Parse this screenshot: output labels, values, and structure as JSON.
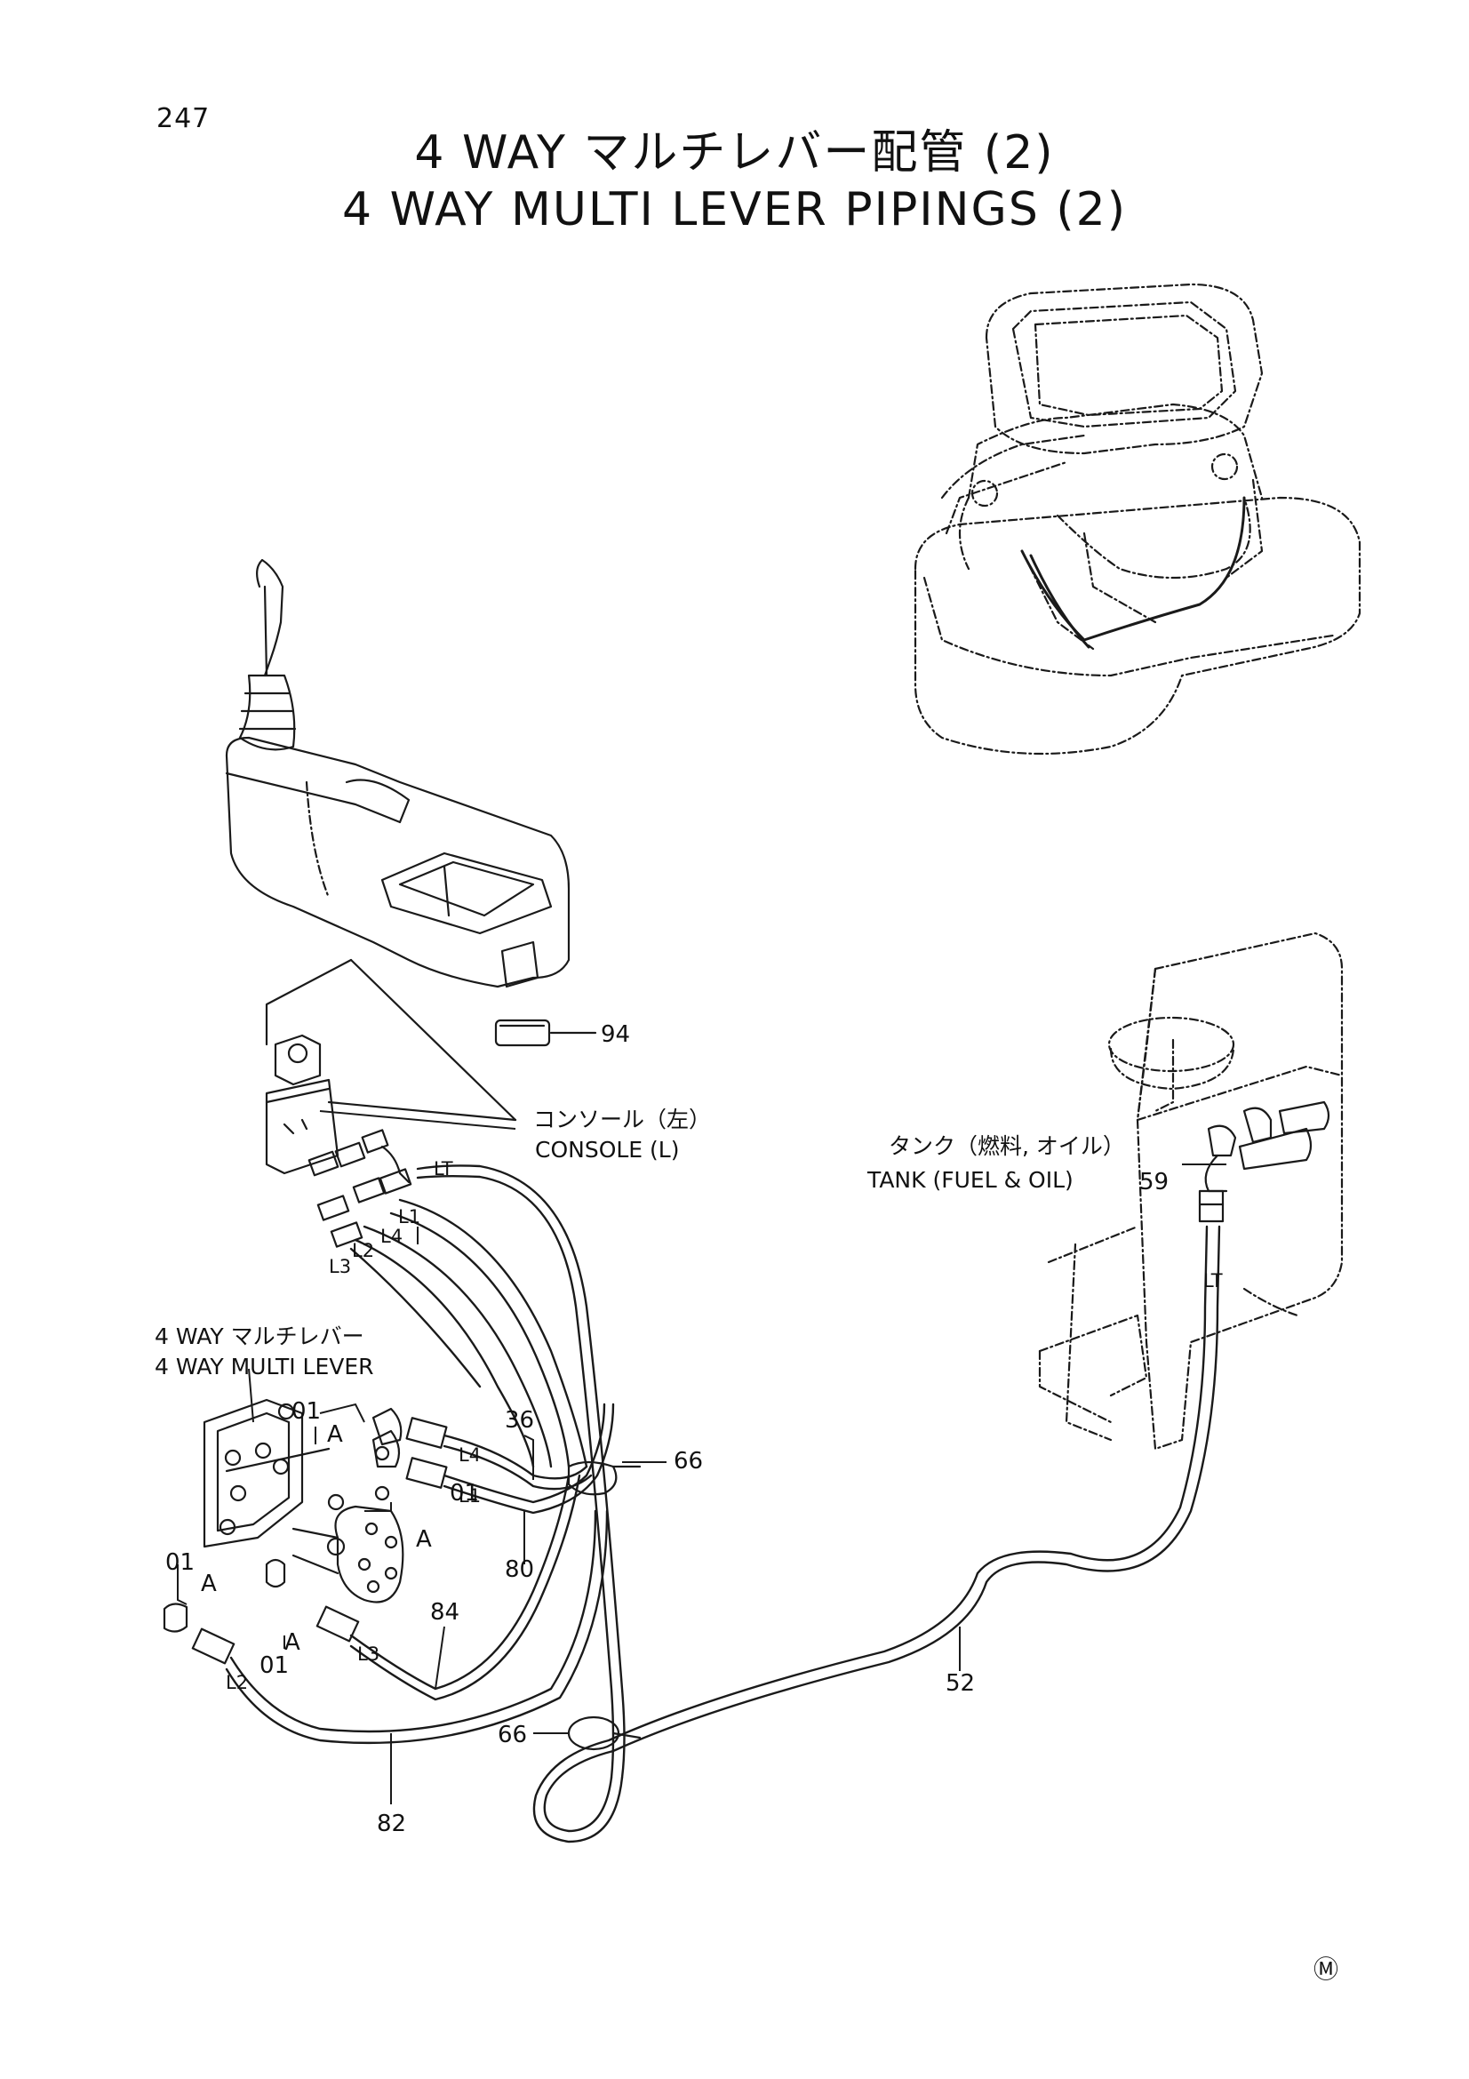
{
  "page_number": "247",
  "title": {
    "line_jp": "4 WAY マルチレバー配管 (2)",
    "line_en": "4 WAY MULTI LEVER PIPINGS (2)"
  },
  "labels": {
    "console_jp": "コンソール（左）",
    "console_en": "CONSOLE (L)",
    "tank_jp": "タンク（燃料, オイル）",
    "tank_en": "TANK (FUEL & OIL)",
    "lever_jp": "4 WAY マルチレバー",
    "lever_en": "4 WAY MULTI LEVER"
  },
  "part_numbers": {
    "p94": "94",
    "p59": "59",
    "p66a": "66",
    "p66b": "66",
    "p36": "36",
    "p80": "80",
    "p84": "84",
    "p52": "52",
    "p82": "82",
    "p01a": "01",
    "p01b": "01",
    "p01c": "01",
    "p01d": "01"
  },
  "port_labels": {
    "lt1": "LT",
    "lt2": "LT",
    "l1a": "L1",
    "l4a": "L4",
    "l2a": "L2",
    "l3a": "L3",
    "l4b": "L4",
    "l1b": "L1",
    "l2b": "L2",
    "l3b": "L3"
  },
  "detail_marks": {
    "a1": "A",
    "a2": "A",
    "a3": "A",
    "a4": "A"
  },
  "footer_mark": "Ⓜ"
}
